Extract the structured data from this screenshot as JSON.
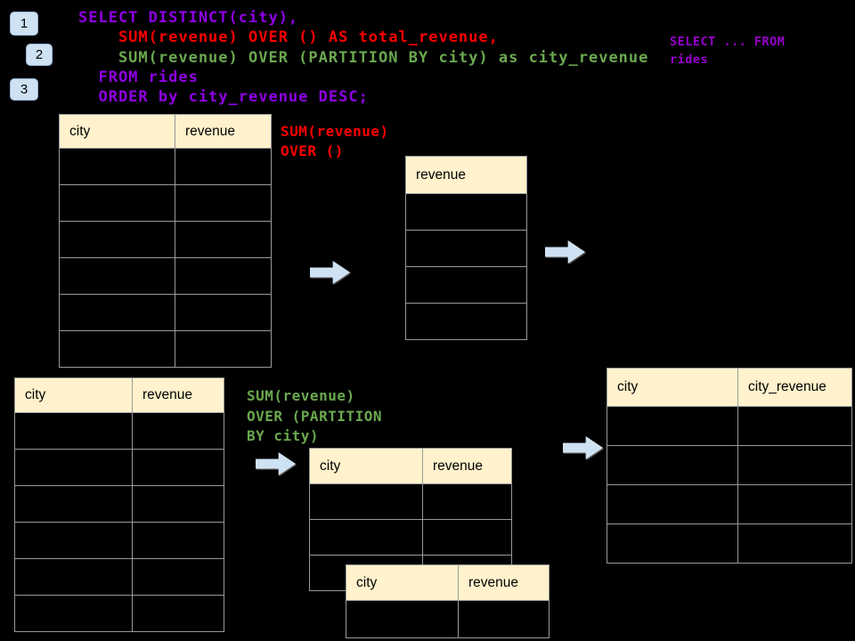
{
  "colors": {
    "background": "#000000",
    "table_header_fill": "#fff2cc",
    "table_border": "#999999",
    "arrow_fill": "#cfe2f3",
    "badge_fill": "#cfe2f3",
    "code_purple": "#8f00e6",
    "code_red": "#ff0000",
    "code_green": "#6aa84f",
    "note_purple": "#9900cc"
  },
  "icons": {
    "flow_arrow": "arrow-right"
  },
  "badges": [
    {
      "label": "1"
    },
    {
      "label": "2"
    },
    {
      "label": "3"
    }
  ],
  "code": {
    "lines": [
      {
        "text": "SELECT DISTINCT(city),",
        "color": "purple"
      },
      {
        "text": "    SUM(revenue) OVER () AS total_revenue,",
        "color": "red"
      },
      {
        "text": "    SUM(revenue) OVER (PARTITION BY city) as city_revenue",
        "color": "green"
      },
      {
        "text": "  FROM rides",
        "color": "purple"
      },
      {
        "text": "  ORDER by city_revenue DESC;",
        "color": "purple"
      }
    ]
  },
  "note": {
    "lines": [
      {
        "text": "SELECT ... FROM"
      },
      {
        "text": "rides"
      }
    ]
  },
  "labels": {
    "total": {
      "lines": [
        {
          "text": "SUM(revenue)"
        },
        {
          "text": "OVER ()"
        }
      ]
    },
    "partition": {
      "lines": [
        {
          "text": "SUM(revenue)"
        },
        {
          "text": "OVER (PARTITION"
        },
        {
          "text": "BY city)"
        }
      ]
    }
  },
  "tables": {
    "source_top": {
      "headers": [
        "city",
        "revenue"
      ],
      "row_count": 6
    },
    "revenue_only": {
      "headers": [
        "revenue"
      ],
      "row_count": 4
    },
    "source_bottom": {
      "headers": [
        "city",
        "revenue"
      ],
      "row_count": 6
    },
    "partition_mid": {
      "headers": [
        "city",
        "revenue"
      ],
      "row_count": 3
    },
    "partition_overlap": {
      "headers": [
        "city",
        "revenue"
      ],
      "row_count": 1
    },
    "result_right": {
      "headers": [
        "city",
        "city_revenue"
      ],
      "row_count": 4
    }
  }
}
